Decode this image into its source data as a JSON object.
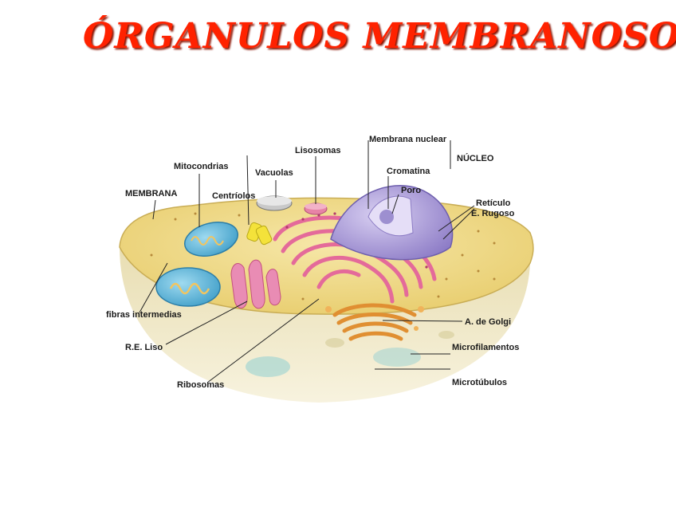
{
  "title": "ÓRGANULOS MEMBRANOSOS",
  "labels": {
    "membrana_nuclear": "Membrana nuclear",
    "nucleo": "NÚCLEO",
    "lisosomas": "Lisosomas",
    "mitocondrias": "Mitocondrias",
    "vacuolas": "Vacuolas",
    "cromatina": "Cromatina",
    "membrana": "MEMBRANA",
    "centriolos": "Centríolos",
    "poro": "Poro",
    "reticulo": "Retículo",
    "e_rugoso": "E. Rugoso",
    "fibras_intermedias": "fibras intermedias",
    "a_golgi": "A. de Golgi",
    "re_liso": "R.E. Liso",
    "microfilamentos": "Microfilamentos",
    "ribosomas": "Ribosomas",
    "microtubulos": "Microtúbulos"
  },
  "colors": {
    "title": "#ff2200",
    "cytoplasm": "#f1dc8c",
    "nucleus": "#a99bd6",
    "reticulum": "#e46a9a",
    "golgi": "#e79a3c",
    "mitochondria": "#5cb5d8"
  }
}
